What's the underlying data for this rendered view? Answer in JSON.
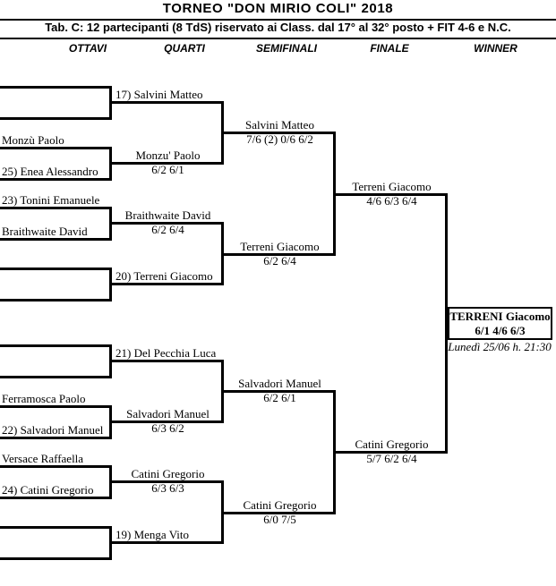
{
  "header": {
    "title": "TORNEO  \"DON  MIRIO  COLI\"  2018",
    "subtitle": "Tab. C: 12 partecipanti (8 TdS) riservato ai Class. dal 17° al 32° posto + FIT 4-6 e N.C.",
    "columns": [
      {
        "label": "OTTAVI"
      },
      {
        "label": "QUARTI"
      },
      {
        "label": "SEMIFINALI"
      },
      {
        "label": "FINALE"
      },
      {
        "label": "WINNER"
      }
    ]
  },
  "bracket": {
    "ottavi": [
      {
        "label": ""
      },
      {
        "label": ""
      },
      {
        "label": "Monzù Paolo"
      },
      {
        "label": "25) Enea Alessandro"
      },
      {
        "label": "23) Tonini Emanuele"
      },
      {
        "label": "Braithwaite David"
      },
      {
        "label": ""
      },
      {
        "label": ""
      },
      {
        "label": ""
      },
      {
        "label": ""
      },
      {
        "label": "Ferramosca Paolo"
      },
      {
        "label": "22) Salvadori Manuel"
      },
      {
        "label": "Versace Raffaella"
      },
      {
        "label": "24) Catini Gregorio"
      },
      {
        "label": ""
      },
      {
        "label": ""
      }
    ],
    "quarti": [
      {
        "name": "17) Salvini Matteo",
        "score": ""
      },
      {
        "name": "Monzu' Paolo",
        "score": "6/2  6/1"
      },
      {
        "name": "Braithwaite David",
        "score": "6/2  6/4"
      },
      {
        "name": "20) Terreni Giacomo",
        "score": ""
      },
      {
        "name": "21) Del Pecchia Luca",
        "score": ""
      },
      {
        "name": "Salvadori Manuel",
        "score": "6/3  6/2"
      },
      {
        "name": "Catini Gregorio",
        "score": "6/3  6/3"
      },
      {
        "name": "19) Menga Vito",
        "score": ""
      }
    ],
    "semifinali": [
      {
        "name": "Salvini Matteo",
        "score": "7/6  (2)  0/6  6/2"
      },
      {
        "name": "Terreni Giacomo",
        "score": "6/2  6/4"
      },
      {
        "name": "Salvadori Manuel",
        "score": "6/2  6/1"
      },
      {
        "name": "Catini Gregorio",
        "score": "6/0  7/5"
      }
    ],
    "finale": [
      {
        "name": "Terreni Giacomo",
        "score": "4/6  6/3  6/4"
      },
      {
        "name": "Catini Gregorio",
        "score": "5/7  6/2  6/4"
      }
    ],
    "winner": {
      "name": "TERRENI Giacomo",
      "score": "6/1  4/6  6/3",
      "date": "Lunedì 25/06 h. 21:30"
    }
  }
}
